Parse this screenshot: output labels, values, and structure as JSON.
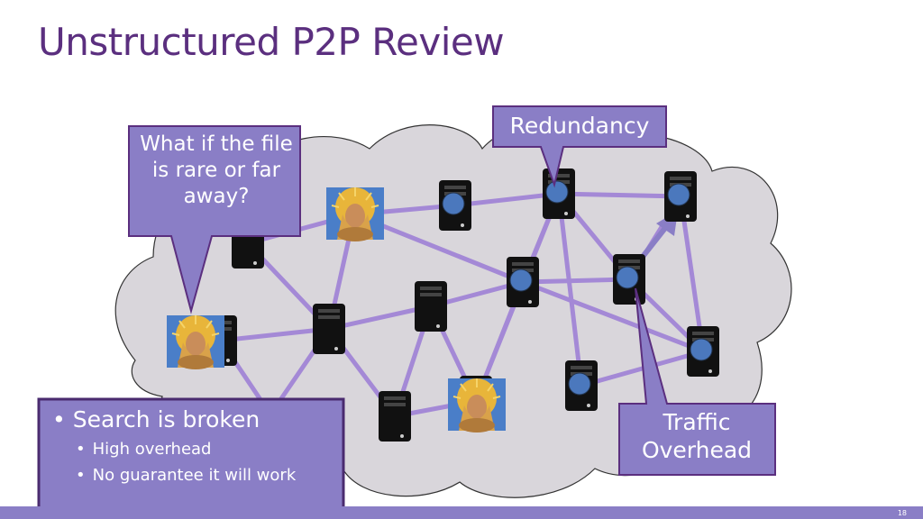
{
  "slide": {
    "title": "Unstructured P2P Review",
    "page_number": "18"
  },
  "callouts": {
    "rare_file": "What if the file is rare or far away?",
    "redundancy": "Redundancy",
    "traffic_overhead": "Traffic Overhead"
  },
  "bullets": {
    "main": "Search is broken",
    "sub": [
      "High overhead",
      "No guarantee it will work"
    ]
  },
  "colors": {
    "title": "#5b2f7f",
    "callout_fill": "#8a7ec6",
    "callout_border": "#5b2f7f",
    "edge": "#a489d6",
    "cloud": "#d9d6db",
    "server_body": "#111111",
    "server_badge": "#4b78bd"
  },
  "icons": [
    "server-icon",
    "celebrity-photo",
    "bullet-dot-icon"
  ]
}
